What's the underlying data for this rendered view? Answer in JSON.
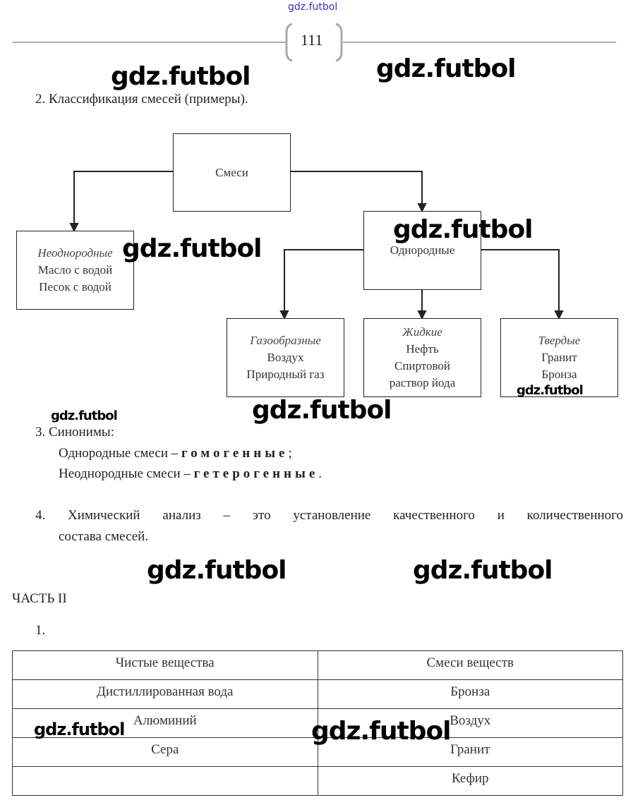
{
  "header": {
    "site": "gdz.futbol",
    "page_number": "111"
  },
  "watermark": "gdz.futbol",
  "section2": {
    "title": "2. Классификация смесей (примеры).",
    "root": "Смеси",
    "heterogeneous": {
      "title": "Неоднородные",
      "items": [
        "Масло с водой",
        "Песок с водой"
      ]
    },
    "homogeneous": {
      "title": "Однородные"
    },
    "gas": {
      "title": "Газообразные",
      "items": [
        "Воздух",
        "Природный газ"
      ]
    },
    "liquid": {
      "title": "Жидкие",
      "items": [
        "Нефть",
        "Спиртовой",
        "раствор йода"
      ]
    },
    "solid": {
      "title": "Твердые",
      "items": [
        "Гранит",
        "Бронза"
      ]
    }
  },
  "section3": {
    "title": "3. Синонимы:",
    "line1_prefix": "Однородные смеси –",
    "line1_term": "гомогенные",
    "line1_end": ";",
    "line2_prefix": "Неоднородные смеси –",
    "line2_term": "гетерогенные",
    "line2_end": "."
  },
  "section4": {
    "line1": "4. Химический анализ – это установление качественного и количественного",
    "line2": "состава смесей."
  },
  "part2": {
    "title": "ЧАСТЬ II",
    "item": "1."
  },
  "table": {
    "headers": [
      "Чистые вещества",
      "Смеси веществ"
    ],
    "rows": [
      [
        "Дистиллированная вода",
        "Бронза"
      ],
      [
        "Алюминий",
        "Воздух"
      ],
      [
        "Сера",
        "Гранит"
      ],
      [
        "",
        "Кефир"
      ]
    ]
  }
}
